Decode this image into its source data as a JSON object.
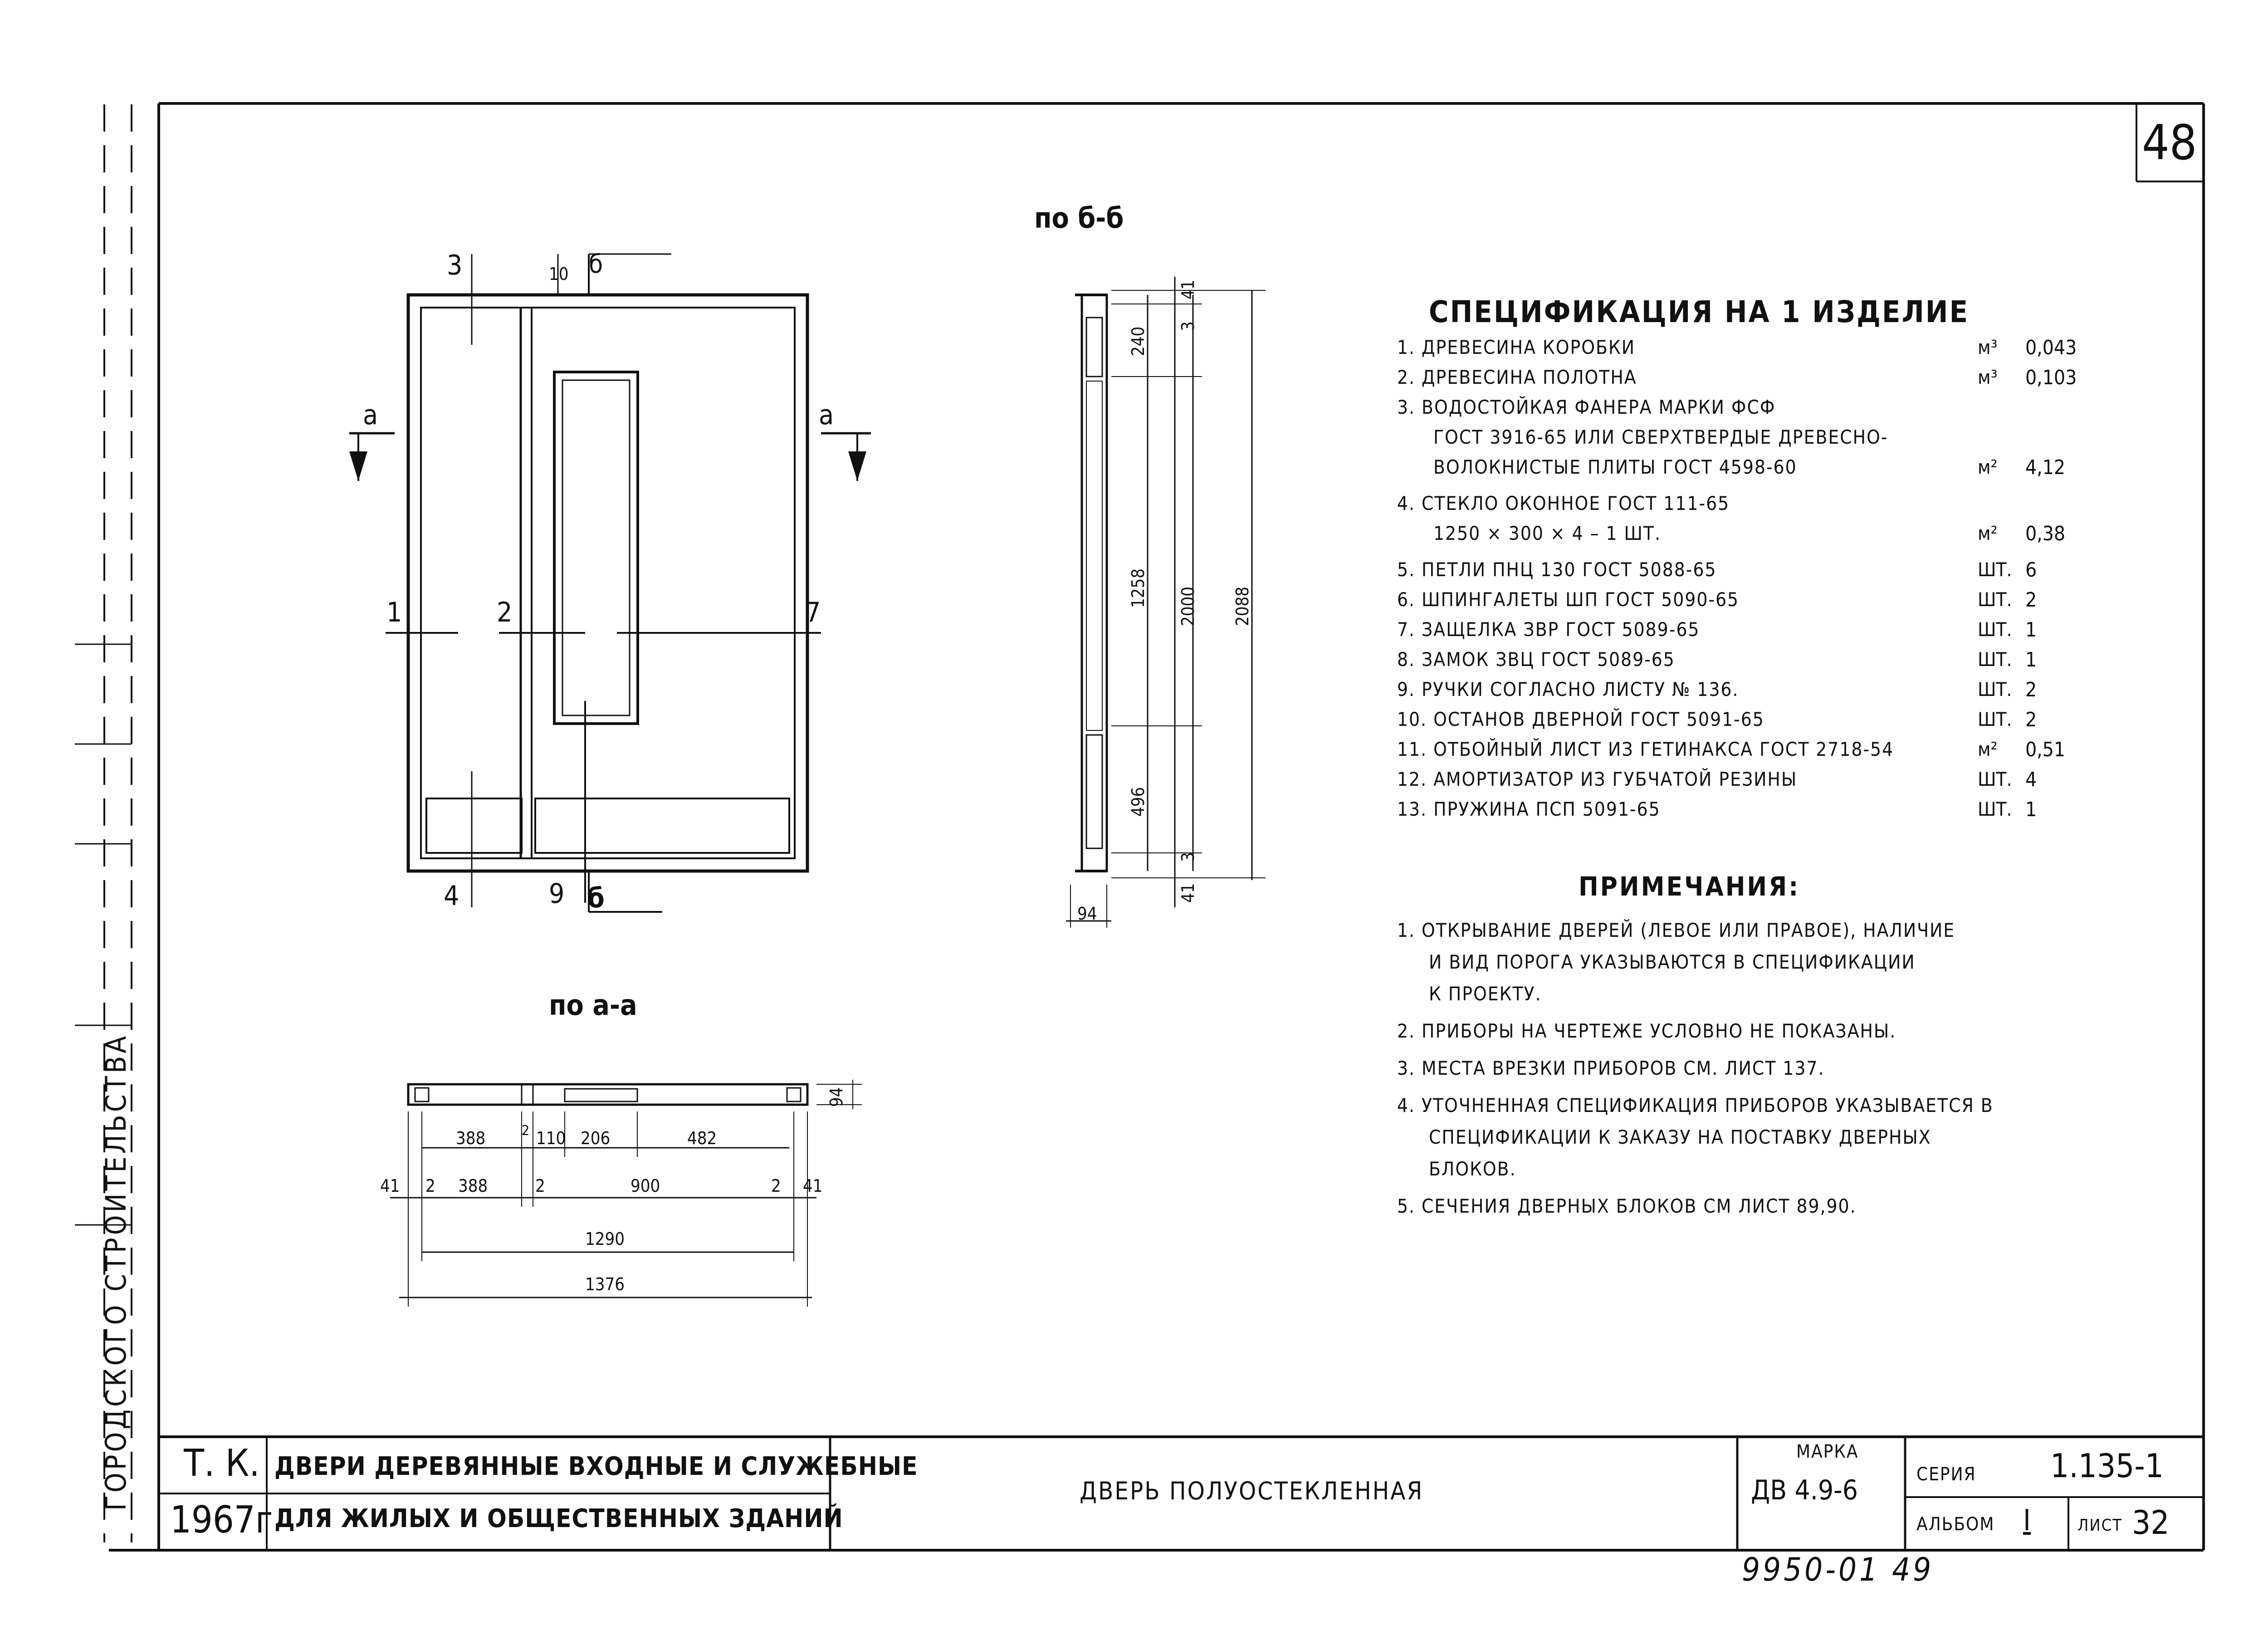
{
  "sheet": {
    "number": "48"
  },
  "views": {
    "section_bb": "по б-б",
    "section_aa": "по а-а",
    "cut_a_left": "а",
    "cut_a_right": "а",
    "cut_b_top": "б",
    "cut_b_bottom": "б"
  },
  "front_labels": [
    "1",
    "2",
    "3",
    "4",
    "7",
    "9",
    "10"
  ],
  "dims_aa": {
    "top": [
      "388",
      "2",
      "110",
      "206",
      "482"
    ],
    "mid": [
      "41",
      "2",
      "388",
      "2",
      "900",
      "2",
      "41"
    ],
    "inner_total": "1290",
    "total": "1376",
    "thickness": "94"
  },
  "dims_bb": {
    "top_frame": "41",
    "top_gap": "3",
    "top_rail": "240",
    "glass": "1258",
    "bottom_rail": "496",
    "bottom_gap": "3",
    "bottom_frame": "41",
    "leaf": "2000",
    "total": "2088",
    "thickness": "94"
  },
  "spec": {
    "title": "СПЕЦИФИКАЦИЯ НА 1 ИЗДЕЛИЕ",
    "items": [
      {
        "lines": [
          "1. ДРЕВЕСИНА КОРОБКИ"
        ],
        "unit": "м³",
        "qty": "0,043"
      },
      {
        "lines": [
          "2. ДРЕВЕСИНА ПОЛОТНА"
        ],
        "unit": "м³",
        "qty": "0,103"
      },
      {
        "lines": [
          "3. ВОДОСТОЙКАЯ ФАНЕРА МАРКИ ФСФ",
          "ГОСТ 3916-65 ИЛИ СВЕРХТВЕРДЫЕ ДРЕВЕСНО-",
          "ВОЛОКНИСТЫЕ ПЛИТЫ ГОСТ 4598-60"
        ],
        "unit": "м²",
        "qty": "4,12"
      },
      {
        "lines": [
          "4. СТЕКЛО ОКОННОЕ ГОСТ 111-65",
          "1250 × 300 × 4 – 1 ШТ."
        ],
        "unit": "м²",
        "qty": "0,38"
      },
      {
        "lines": [
          "5. ПЕТЛИ ПНЦ 130 ГОСТ 5088-65"
        ],
        "unit": "ШТ.",
        "qty": "6"
      },
      {
        "lines": [
          "6. ШПИНГАЛЕТЫ ШП ГОСТ 5090-65"
        ],
        "unit": "ШТ.",
        "qty": "2"
      },
      {
        "lines": [
          "7. ЗАЩЕЛКА ЗВР ГОСТ 5089-65"
        ],
        "unit": "ШТ.",
        "qty": "1"
      },
      {
        "lines": [
          "8. ЗАМОК ЗВЦ ГОСТ 5089-65"
        ],
        "unit": "ШТ.",
        "qty": "1"
      },
      {
        "lines": [
          "9. РУЧКИ СОГЛАСНО ЛИСТУ № 136."
        ],
        "unit": "ШТ.",
        "qty": "2"
      },
      {
        "lines": [
          "10. ОСТАНОВ ДВЕРНОЙ ГОСТ 5091-65"
        ],
        "unit": "ШТ.",
        "qty": "2"
      },
      {
        "lines": [
          "11. ОТБОЙНЫЙ ЛИСТ ИЗ ГЕТИНАКСА ГОСТ 2718-54"
        ],
        "unit": "м²",
        "qty": "0,51"
      },
      {
        "lines": [
          "12. АМОРТИЗАТОР ИЗ ГУБЧАТОЙ РЕЗИНЫ"
        ],
        "unit": "ШТ.",
        "qty": "4"
      },
      {
        "lines": [
          "13. ПРУЖИНА ПСП 5091-65"
        ],
        "unit": "ШТ.",
        "qty": "1"
      }
    ]
  },
  "notes": {
    "title": "ПРИМЕЧАНИЯ:",
    "items": [
      [
        "1. ОТКРЫВАНИЕ ДВЕРЕЙ (ЛЕВОЕ ИЛИ ПРАВОЕ), НАЛИЧИЕ",
        "И ВИД ПОРОГА УКАЗЫВАЮТСЯ В СПЕЦИФИКАЦИИ",
        "К ПРОЕКТУ."
      ],
      [
        "2. ПРИБОРЫ НА ЧЕРТЕЖЕ УСЛОВНО НЕ ПОКАЗАНЫ."
      ],
      [
        "3. МЕСТА ВРЕЗКИ ПРИБОРОВ СМ. ЛИСТ 137."
      ],
      [
        "4. УТОЧНЕННАЯ СПЕЦИФИКАЦИЯ ПРИБОРОВ УКАЗЫВАЕТСЯ В",
        "СПЕЦИФИКАЦИИ К ЗАКАЗУ НА ПОСТАВКУ ДВЕРНЫХ",
        "БЛОКОВ."
      ],
      [
        "5. СЕЧЕНИЯ ДВЕРНЫХ БЛОКОВ СМ ЛИСТ 89,90."
      ]
    ]
  },
  "title_block": {
    "org": "Т. К.",
    "year": "1967г",
    "title_line1": "ДВЕРИ ДЕРЕВЯННЫЕ ВХОДНЫЕ И СЛУЖЕБНЫЕ",
    "title_line2": "ДЛЯ ЖИЛЫХ И ОБЩЕСТВЕННЫХ ЗДАНИЙ",
    "item_name": "ДВЕРЬ ПОЛУОСТЕКЛЕННАЯ",
    "marka_label": "МАРКА",
    "marka": "ДВ 4.9-6",
    "seria_label": "СЕРИЯ",
    "seria": "1.135-1",
    "album_label": "АЛЬБОМ",
    "album": "I",
    "sheet_label": "ЛИСТ",
    "sheet": "32"
  },
  "stamp": "9950-01 49",
  "side_stamp": "ГОРОДСКОГО СТРОИТЕЛЬСТВА"
}
